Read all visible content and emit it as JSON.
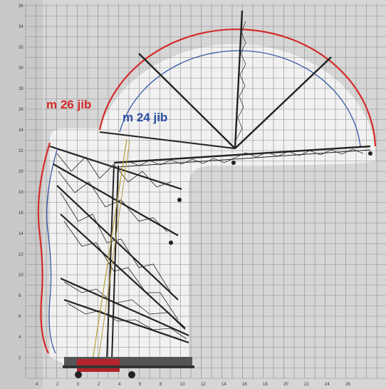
{
  "labels": {
    "jib_26": "m 26 jib",
    "jib_24": "m 24 jib"
  },
  "colors": {
    "jib_26_envelope": "#d42a2a",
    "jib_24_envelope": "#2b4fa3",
    "grid_line": "#8a8a8a",
    "crane_steel": "#222222",
    "envelope_fill": "#f2f2f2",
    "background": "#d6d6d6"
  },
  "icons": {
    "hook": "hook-icon",
    "wheel": "wheel-icon",
    "counterweight": "counterweight-block"
  },
  "axis": {
    "y_ticks": [
      "2",
      "4",
      "6",
      "8",
      "10",
      "12",
      "14",
      "16",
      "18",
      "20",
      "22",
      "24",
      "26",
      "28",
      "30",
      "32",
      "34",
      "36"
    ],
    "x_ticks": [
      "4",
      "2",
      "0",
      "2",
      "4",
      "6",
      "8",
      "10",
      "12",
      "14",
      "16",
      "18",
      "20",
      "22",
      "24",
      "26"
    ]
  }
}
